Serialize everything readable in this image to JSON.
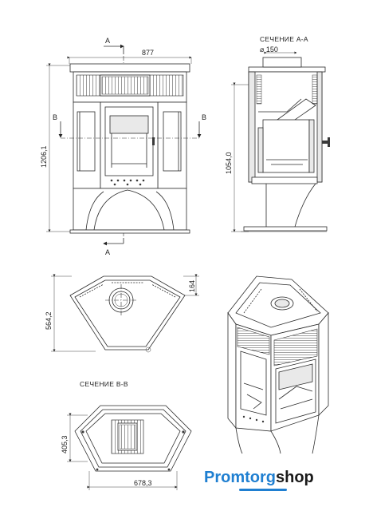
{
  "front_view": {
    "width_label": "877",
    "height_label": "1206,1",
    "cut_mark_a": "A",
    "cut_mark_b": "B"
  },
  "section_aa": {
    "title": "СЕЧЕНИЕ А-А",
    "pipe_label": "⌀ 150",
    "height_label": "1054,0"
  },
  "top_view": {
    "depth_label": "564,2",
    "side_label": "164"
  },
  "section_bb": {
    "title": "СЕЧЕНИЕ В-В",
    "depth_label": "405,3",
    "width_label": "678,3"
  },
  "logo": {
    "part1": "Promtorg",
    "part2": "shop"
  }
}
